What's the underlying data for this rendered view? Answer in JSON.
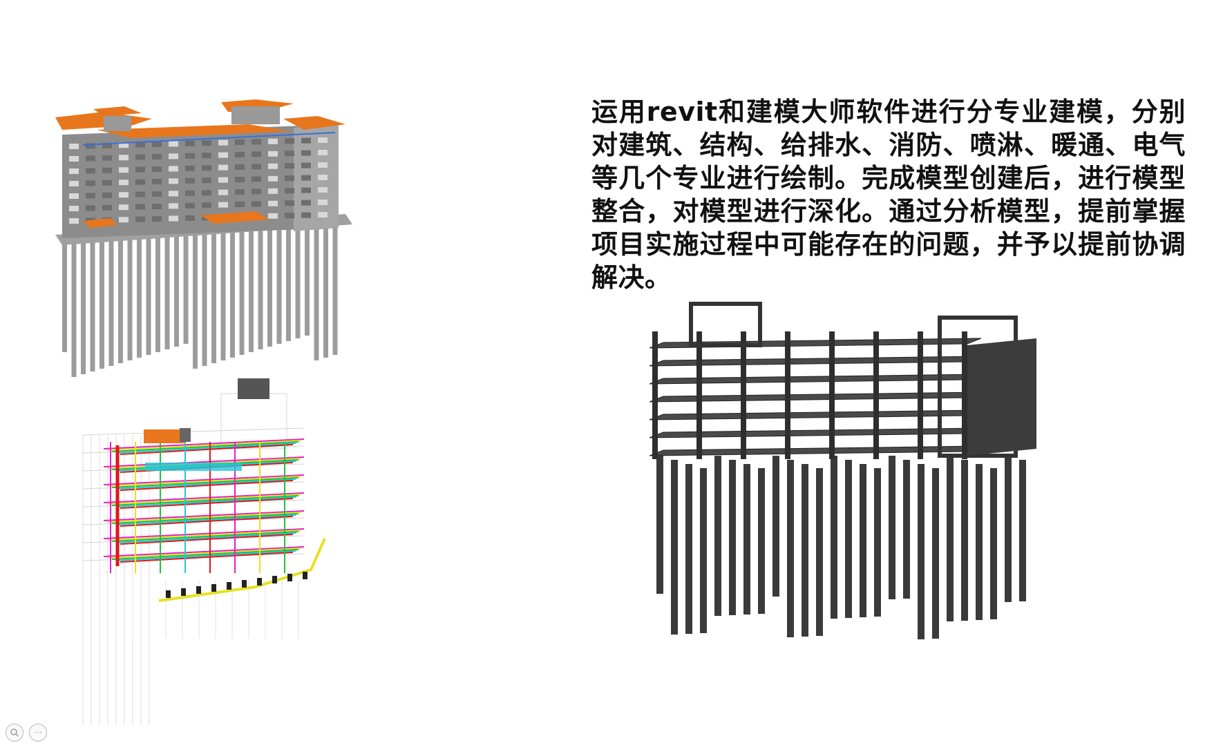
{
  "description": {
    "text": "运用revit和建模大师软件进行分专业建模，分别对建筑、结构、给排水、消防、喷淋、暖通、电气等几个专业进行绘制。完成模型创建后，进行模型整合，对模型进行深化。通过分析模型，提前掌握项目实施过程中可能存在的问题，并予以提前协调解决。"
  },
  "figures": {
    "architecture": {
      "icon": "building-model-render"
    },
    "mep": {
      "icon": "mep-pipe-model-render"
    },
    "structure": {
      "icon": "structural-frame-model-render"
    }
  },
  "colors": {
    "roof_orange": "#e8761c",
    "wall_gray": "#8a8a8a",
    "pile_gray": "#9c9c9c",
    "structure_dark": "#3a3a3a",
    "pipe_magenta": "#e020d0",
    "pipe_yellow": "#e8e020",
    "pipe_red": "#e01818",
    "pipe_green": "#20c040",
    "pipe_cyan": "#20c8d8",
    "pipe_orange": "#f08020"
  },
  "viewer": {
    "zoom_icon": "magnifier-icon",
    "more_icon": "more-dots-icon",
    "more_label": "···"
  }
}
